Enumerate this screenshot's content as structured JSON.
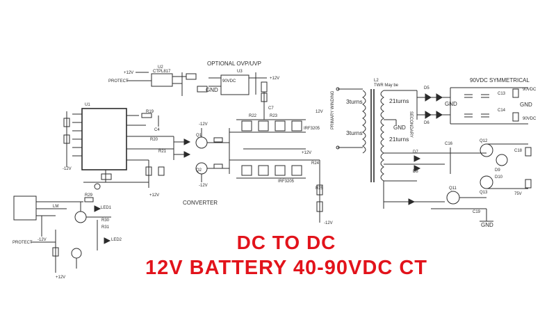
{
  "schematic": {
    "sections": {
      "optional_ovp_uvp": "OPTIONAL OVP/UVP",
      "converter": "CONVERTER",
      "output_90vdc": "90VDC SYMMETRICAL",
      "primary_winding": "PRIMARY WINDING",
      "secondary": "SECONDARY"
    },
    "transformer": {
      "ref": "L2",
      "note": "TWR May be",
      "primary_turns": [
        "3turns",
        "3turns"
      ],
      "secondary_turns": [
        "21turns",
        "21turns"
      ]
    },
    "power_labels": {
      "plus12v": "+12V",
      "minus12v": "-12V",
      "gnd": "GND",
      "v12": "12V"
    },
    "ic_labels": {
      "u1": "U1",
      "u2": "U2",
      "u2_part": "CTPL817",
      "u3": "U3",
      "protect": "PROTECT",
      "protect2": "PROTECT",
      "lm": "LM"
    },
    "component_labels": {
      "r19": "R19",
      "r20": "R20",
      "r21": "R21",
      "r22": "R22",
      "r23": "R23",
      "r24": "R24",
      "r25": "R25",
      "r29": "R29",
      "r30": "R30",
      "r31": "R31",
      "c4": "C4",
      "c7": "C7",
      "c13": "C13",
      "c14": "C14",
      "c16": "C16",
      "c18": "C18",
      "c19": "C19",
      "d5": "D5",
      "d6": "D6",
      "d7": "D7",
      "d8": "D8",
      "d9": "D9",
      "d10": "D10",
      "q1": "Q1",
      "q2": "Q2",
      "q11": "Q11",
      "q12": "Q12",
      "q13": "Q13",
      "led1": "LED1",
      "led2": "LED2",
      "irf": "IRF3205",
      "a90vdc": "90VDC",
      "a75v": "75V"
    }
  },
  "title": {
    "line1": "DC TO DC",
    "line2": "12V BATTERY 40-90VDC CT"
  },
  "colors": {
    "headline": "#e2131b",
    "ink": "#2b2b2b",
    "background": "#ffffff"
  }
}
